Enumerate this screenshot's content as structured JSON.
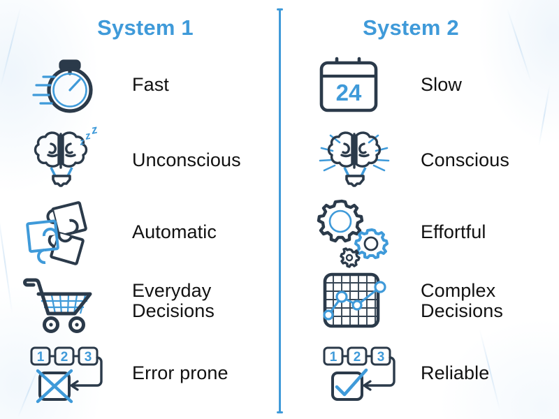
{
  "colors": {
    "accent_blue": "#3f9ad9",
    "icon_dark": "#2b3a4a",
    "icon_blue": "#3f9ad9",
    "label_text": "#111111",
    "background": "#ffffff"
  },
  "divider": {
    "name": "vertical-divider",
    "color": "#3f9ad9"
  },
  "columns": [
    {
      "id": "system-1",
      "title": "System 1",
      "rows": [
        {
          "icon": "stopwatch-icon",
          "label": "Fast"
        },
        {
          "icon": "brain-bulb-sleeping-icon",
          "label": "Unconscious"
        },
        {
          "icon": "puzzle-pieces-icon",
          "label": "Automatic"
        },
        {
          "icon": "shopping-cart-icon",
          "label": "Everyday\nDecisions"
        },
        {
          "icon": "steps-error-icon",
          "label": "Error prone"
        }
      ]
    },
    {
      "id": "system-2",
      "title": "System 2",
      "rows": [
        {
          "icon": "calendar-icon",
          "label": "Slow"
        },
        {
          "icon": "brain-bulb-shining-icon",
          "label": "Conscious"
        },
        {
          "icon": "gears-icon",
          "label": "Effortful"
        },
        {
          "icon": "line-chart-grid-icon",
          "label": "Complex\nDecisions"
        },
        {
          "icon": "steps-check-icon",
          "label": "Reliable"
        }
      ]
    }
  ],
  "icon_details": {
    "calendar_number": "24",
    "steps_numbers": [
      "1",
      "2",
      "3"
    ],
    "sleep_marks": "zzz"
  }
}
